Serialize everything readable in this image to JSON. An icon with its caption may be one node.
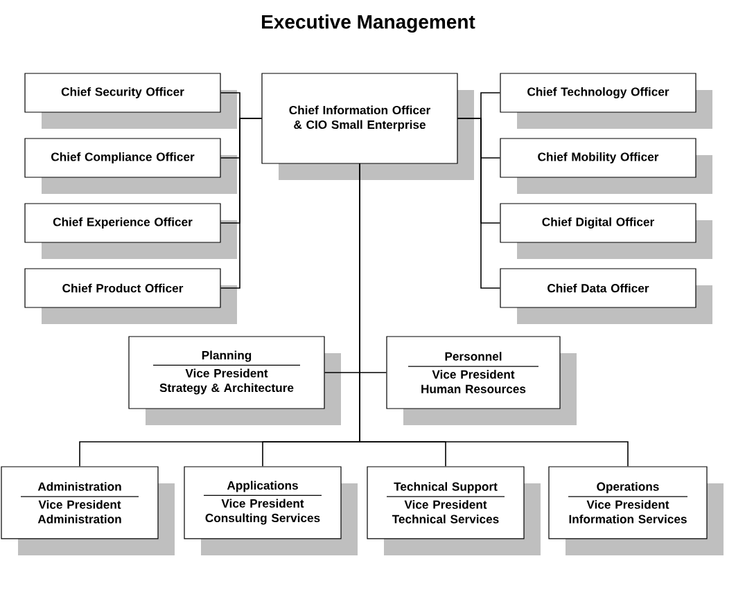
{
  "diagram": {
    "title": "Executive Management",
    "nodes": [
      {
        "text": [
          "Chief Security Officer"
        ]
      },
      {
        "text": [
          "Chief Information Officer & CIO Small Enterprise"
        ]
      },
      {
        "text": [
          "Chief Technology Officer"
        ]
      },
      {
        "text": [
          "Chief Compliance Officer"
        ]
      },
      {
        "text": [
          "Chief Mobility Officer"
        ]
      },
      {
        "text": [
          "Chief Experience Officer"
        ]
      },
      {
        "text": [
          "Chief Digital Officer"
        ]
      },
      {
        "text": [
          "Chief Product Officer"
        ]
      },
      {
        "text": [
          "Chief Data Officer"
        ]
      },
      {
        "text": [
          "Planning",
          "Vice President",
          "Strategy & Architecture"
        ]
      },
      {
        "text": [
          "Personnel",
          "Vice President",
          "Human Resources"
        ]
      },
      {
        "text": [
          "Administration",
          "Vice President",
          "Administration"
        ]
      },
      {
        "text": [
          "Applications",
          "Vice President",
          "Consulting Services"
        ]
      },
      {
        "text": [
          "Technical Support",
          "Vice President",
          "Technical Services"
        ]
      },
      {
        "text": [
          "Operations",
          "Vice President",
          "Information Services"
        ]
      }
    ],
    "edges": [
      {
        "from": 1,
        "to": 0,
        "arrow": "none"
      },
      {
        "from": 1,
        "to": 3,
        "arrow": "none"
      },
      {
        "from": 1,
        "to": 5,
        "arrow": "none"
      },
      {
        "from": 1,
        "to": 7,
        "arrow": "none"
      },
      {
        "from": 1,
        "to": 2,
        "arrow": "none"
      },
      {
        "from": 1,
        "to": 4,
        "arrow": "none"
      },
      {
        "from": 1,
        "to": 6,
        "arrow": "none"
      },
      {
        "from": 1,
        "to": 8,
        "arrow": "none"
      },
      {
        "from": 1,
        "to": 9,
        "arrow": "none"
      },
      {
        "from": 1,
        "to": 10,
        "arrow": "none"
      },
      {
        "from": 1,
        "to": 11,
        "arrow": "none"
      },
      {
        "from": 1,
        "to": 12,
        "arrow": "none"
      },
      {
        "from": 1,
        "to": 13,
        "arrow": "none"
      },
      {
        "from": 1,
        "to": 14,
        "arrow": "none"
      }
    ]
  }
}
